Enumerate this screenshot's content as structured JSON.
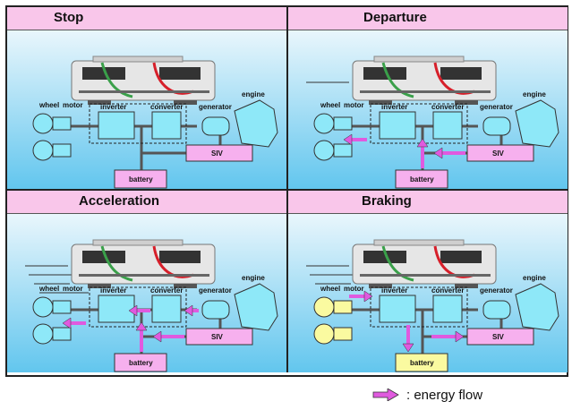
{
  "labels": {
    "wheel": "wheel",
    "motor": "motor",
    "inverter": "inverter",
    "converter": "converter",
    "generator": "generator",
    "engine": "engine",
    "siv": "SIV",
    "battery": "battery"
  },
  "panels": [
    {
      "title": "Stop",
      "speed_lines": 0,
      "flows": [],
      "yellow": []
    },
    {
      "title": "Departure",
      "speed_lines": 1,
      "flows": [
        "bat_up",
        "siv_to_bat",
        "inv_to_motor"
      ],
      "yellow": []
    },
    {
      "title": "Acceleration",
      "speed_lines": 4,
      "flows": [
        "bat_up",
        "siv_to_bat",
        "conv_to_inv",
        "gen_to_conv",
        "inv_to_motor"
      ],
      "yellow": []
    },
    {
      "title": "Braking",
      "speed_lines": 3,
      "flows": [
        "inv_to_bat",
        "siv_right",
        "motor_to_inv"
      ],
      "yellow": [
        "wheels",
        "motors",
        "battery"
      ]
    }
  ],
  "legend": {
    "text": ": energy flow",
    "arrow_color": "#e05adf"
  },
  "colors": {
    "sky_top": "#e9f6fc",
    "sky_bottom": "#62c6ee",
    "title_bg": "#f9c6ea",
    "cyan_box": "#8ee8f8",
    "pink_box": "#f6b0ee",
    "yellow_box": "#fafaa0",
    "flow_arrow": "#e05adf"
  }
}
